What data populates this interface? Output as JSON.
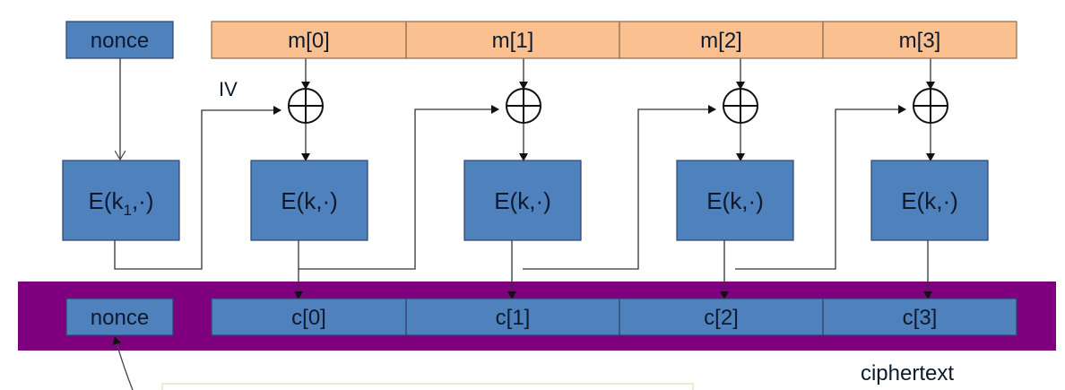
{
  "colors": {
    "block_blue": "#4f81bd",
    "block_border": "#2b4470",
    "message_orange": "#fac090",
    "message_border": "#8c6a4e",
    "ciphertext_band": "#7f007f",
    "line": "#333333",
    "note_border": "#d6e3bc"
  },
  "nonce_input": {
    "label": "nonce"
  },
  "iv_label": "IV",
  "message_blocks": [
    "m[0]",
    "m[1]",
    "m[2]",
    "m[3]"
  ],
  "first_cipher": {
    "label_main": "E(k",
    "label_sub": "1",
    "label_tail": ",·)"
  },
  "block_ciphers": [
    "E(k,·)",
    "E(k,·)",
    "E(k,·)",
    "E(k,·)"
  ],
  "ciphertext": {
    "nonce_label": "nonce",
    "blocks": [
      "c[0]",
      "c[1]",
      "c[2]",
      "c[3]"
    ],
    "caption": "ciphertext"
  },
  "xor_symbol": "xor-operator"
}
